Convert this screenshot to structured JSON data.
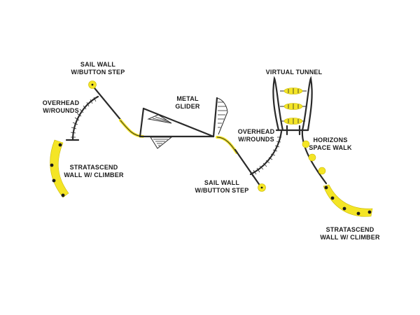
{
  "labels": {
    "sail_wall_left_1": "SAIL WALL",
    "sail_wall_left_2": "W/BUTTON STEP",
    "overhead_left_1": "OVERHEAD",
    "overhead_left_2": "W/ROUNDS",
    "stratascend_left_1": "STRATASCEND",
    "stratascend_left_2": "WALL W/ CLIMBER",
    "metal_glider_1": "METAL",
    "metal_glider_2": "GLIDER",
    "virtual_tunnel": "VIRTUAL TUNNEL",
    "overhead_right_1": "OVERHEAD",
    "overhead_right_2": "W/ROUNDS",
    "horizons_1": "HORIZONS",
    "horizons_2": "SPACE WALK",
    "sail_wall_right_1": "SAIL WALL",
    "sail_wall_right_2": "W/BUTTON STEP",
    "stratascend_right_1": "STRATASCEND",
    "stratascend_right_2": "WALL W/ CLIMBER"
  },
  "colors": {
    "accent_yellow": "#f4e526",
    "frame": "#2a2a2a",
    "background": "#ffffff"
  }
}
